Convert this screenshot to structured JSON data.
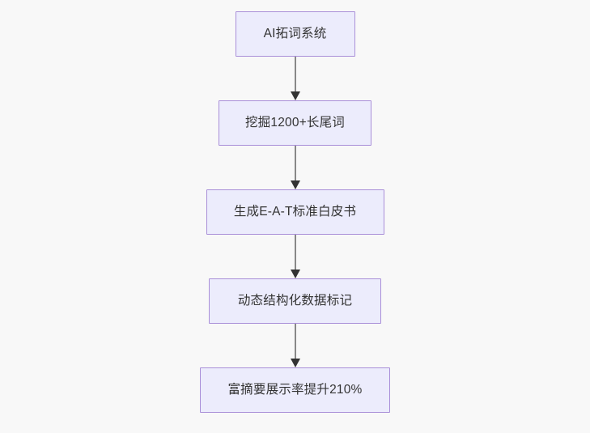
{
  "diagram": {
    "type": "flowchart",
    "direction": "top-to-bottom",
    "background_color": "#f8f8f8",
    "node_fill_color": "#ececfc",
    "node_border_color": "#a98fd8",
    "node_text_color": "#333333",
    "edge_line_color": "#888888",
    "edge_arrow_color": "#333333",
    "nodes": [
      {
        "id": "node-1",
        "label": "AI拓词系统"
      },
      {
        "id": "node-2",
        "label": "挖掘1200+长尾词"
      },
      {
        "id": "node-3",
        "label": "生成E-A-T标准白皮书"
      },
      {
        "id": "node-4",
        "label": "动态结构化数据标记"
      },
      {
        "id": "node-5",
        "label": "富摘要展示率提升210%"
      }
    ],
    "edges": [
      {
        "id": "edge-1",
        "from": "node-1",
        "to": "node-2",
        "arrow": "arrow-down-icon"
      },
      {
        "id": "edge-2",
        "from": "node-2",
        "to": "node-3",
        "arrow": "arrow-down-icon"
      },
      {
        "id": "edge-3",
        "from": "node-3",
        "to": "node-4",
        "arrow": "arrow-down-icon"
      },
      {
        "id": "edge-4",
        "from": "node-4",
        "to": "node-5",
        "arrow": "arrow-down-icon"
      }
    ]
  }
}
